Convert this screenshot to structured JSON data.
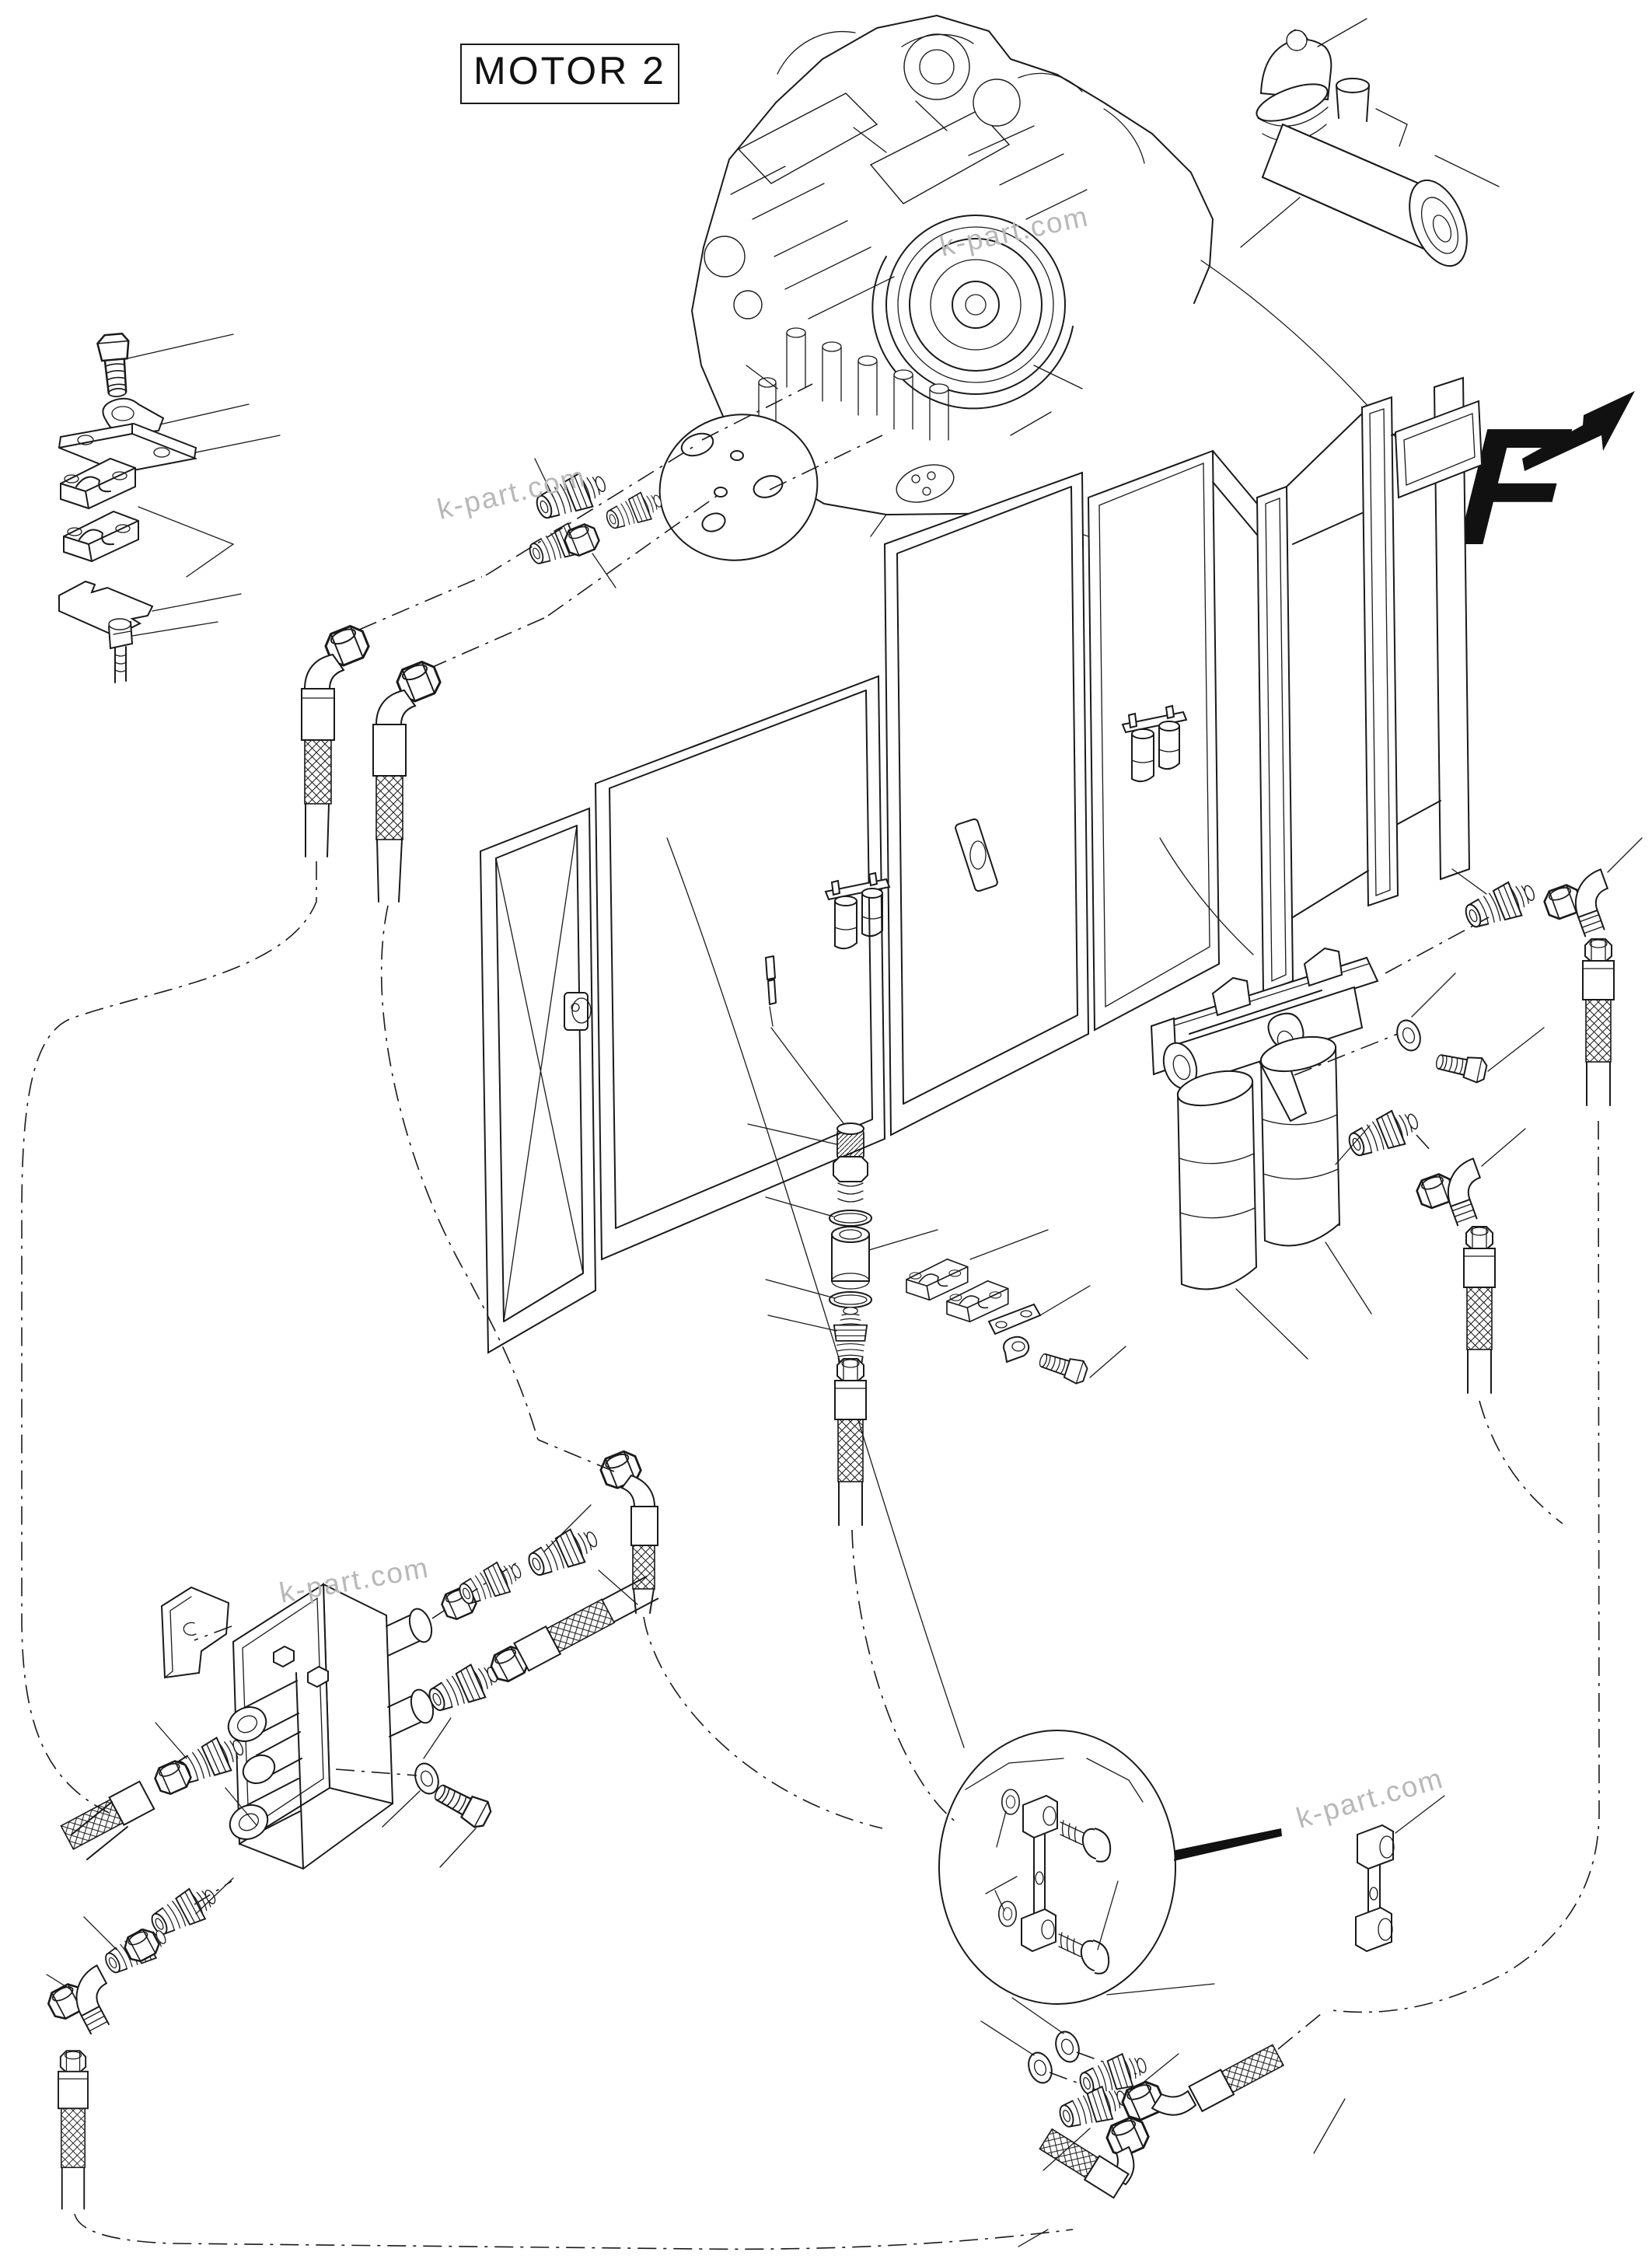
{
  "page": {
    "title": "Exploded fuel and cooler piping parts diagram",
    "background": "#ffffff",
    "line_color": "#1a1a1a",
    "watermark_color": "#b8b8b8"
  },
  "labels": {
    "motor": "MOTOR 2",
    "direction": "F"
  },
  "watermarks": [
    {
      "text": "k-part.com"
    },
    {
      "text": "k-part.com"
    },
    {
      "text": "k-part.com"
    },
    {
      "text": "k-part.com"
    }
  ],
  "components": {
    "engine": "V-type diesel engine with flywheel",
    "fuel_pump": "priming pump with dome filter",
    "clamp_kit": [
      "hex-bolt",
      "lock-plate",
      "cover-plate",
      "upper-clamp-half",
      "lower-clamp-half",
      "spacer-plate",
      "socket-screw"
    ],
    "adapter_plate": "oval hose adapter plate with ports",
    "adapter_fittings": "threaded connectors and union nut",
    "radiator_panels": [
      "access-door",
      "center-panels",
      "frame-posts",
      "door-latch",
      "inline-filter-units",
      "bleeder-fitting"
    ],
    "fuel_filter": "twin spin-on fuel filter assembly with head rail",
    "center_stack": [
      "protective-plug",
      "o-rings",
      "sleeve",
      "adapter",
      "union-nut",
      "braided-hose"
    ],
    "pipe_clamp_set": [
      "clamp-halves",
      "plate",
      "lock-washer",
      "hex-bolt"
    ],
    "heat_exchanger": [
      "mounting-bracket",
      "cooler-block",
      "ports",
      "connectors",
      "washer",
      "hex-bolt"
    ],
    "hoses": [
      "elbow-hose-left-1",
      "elbow-hose-left-2",
      "mid-elbow-hose",
      "right-elbow-hoses",
      "bottom-return-hoses"
    ],
    "detail_circle": [
      "link-tube",
      "seal-washers",
      "banjo-bolts"
    ],
    "link_assembled": "link tube assembled"
  }
}
